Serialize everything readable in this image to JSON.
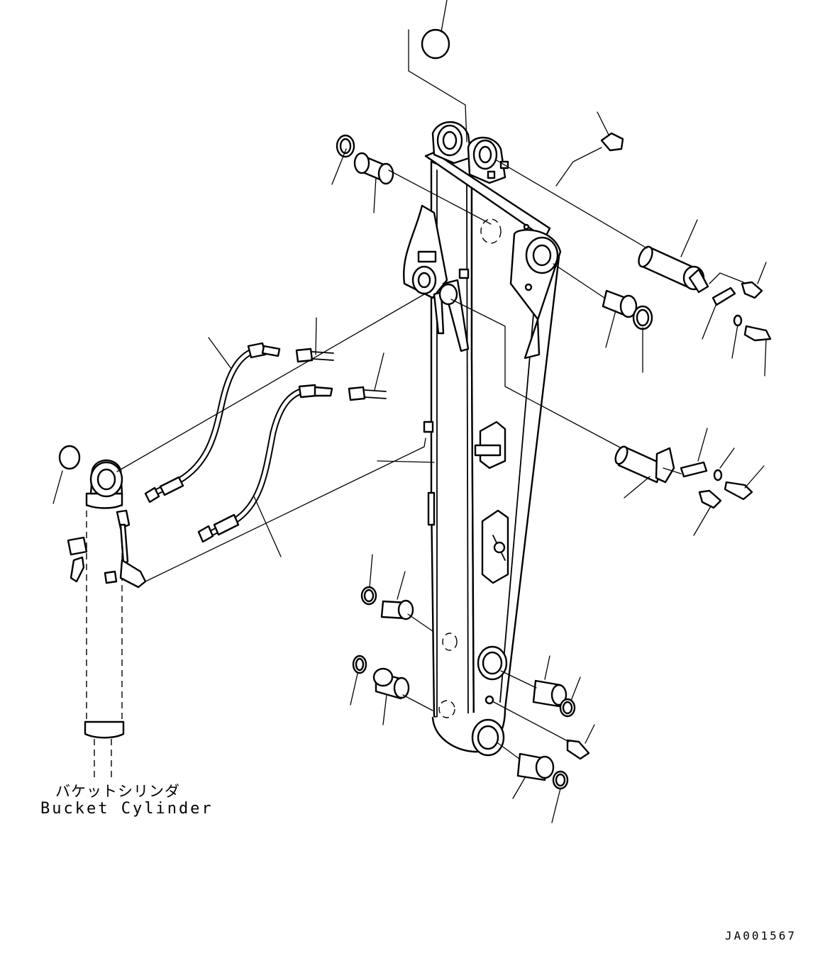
{
  "labels": {
    "cylinder_jp": "バケットシリンダ",
    "cylinder_en": "Bucket Cylinder",
    "drawing_code": "JA001567"
  }
}
